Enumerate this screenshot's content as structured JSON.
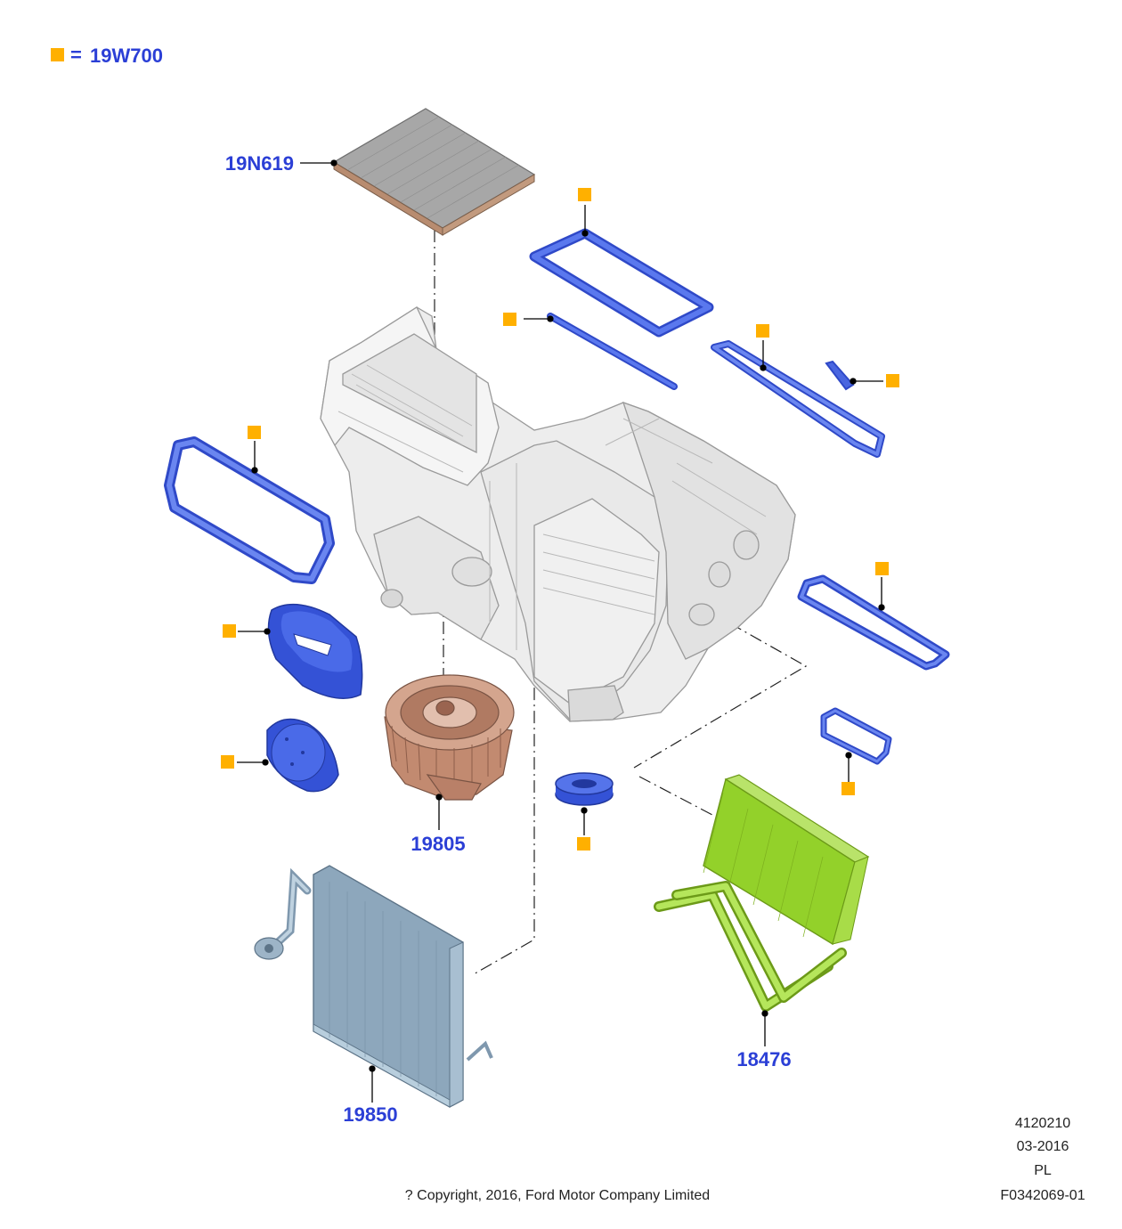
{
  "legend": {
    "symbol_color": "#FFB000",
    "equals": "=",
    "part_number": "19W700"
  },
  "part_labels": {
    "filter": "19N619",
    "blower": "19805",
    "evaporator": "19850",
    "heater_core": "18476"
  },
  "colors": {
    "label_blue": "#2B3FD6",
    "seal_blue": "#3D5BE0",
    "heater_green": "#93D12A",
    "blower_brown": "#C9957A",
    "evap_gray_blue": "#8FA9BE",
    "housing_gray": "#E6E6E6",
    "filter_gray": "#9A9A9A"
  },
  "footer": {
    "copyright": "? Copyright, 2016, Ford Motor Company Limited",
    "drawing_code": "4120210",
    "date": "03-2016",
    "region": "PL",
    "figure_id": "F0342069-01"
  }
}
